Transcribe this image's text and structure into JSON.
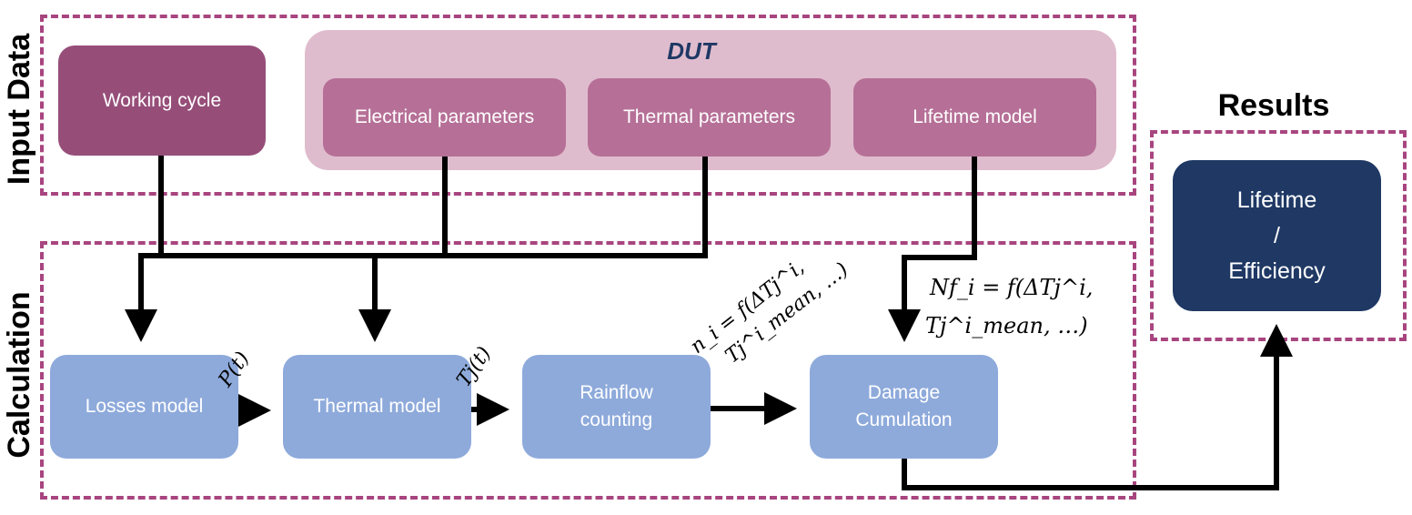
{
  "sections": {
    "input_label": "Input Data",
    "calc_label": "Calculation",
    "results_label": "Results"
  },
  "input": {
    "working_cycle": "Working cycle",
    "dut_title": "DUT",
    "electrical": "Electrical parameters",
    "thermal": "Thermal parameters",
    "lifetime_model": "Lifetime model"
  },
  "calc": {
    "losses": "Losses model",
    "thermal": "Thermal model",
    "rainflow_line1": "Rainflow",
    "rainflow_line2": "counting",
    "damage_line1": "Damage",
    "damage_line2": "Cumulation"
  },
  "results": {
    "line1": "Lifetime",
    "line2": "/",
    "line3": "Efficiency"
  },
  "labels": {
    "pt": "P(t)",
    "tjt": "Tj(t)",
    "ni_line1": "n_i = f(ΔTj^i,",
    "ni_line2": "Tj^i_mean, …)",
    "nf_line1": "Nf_i = f(ΔTj^i,",
    "nf_line2": "Tj^i_mean, …)"
  },
  "colors": {
    "dash_border": "#a8457f",
    "working_cycle_fill": "#964e79",
    "dut_bg": "#dfbccd",
    "dut_param_fill": "#b67097",
    "calc_box_fill": "#8eaadb",
    "results_box_fill": "#1f3864"
  }
}
